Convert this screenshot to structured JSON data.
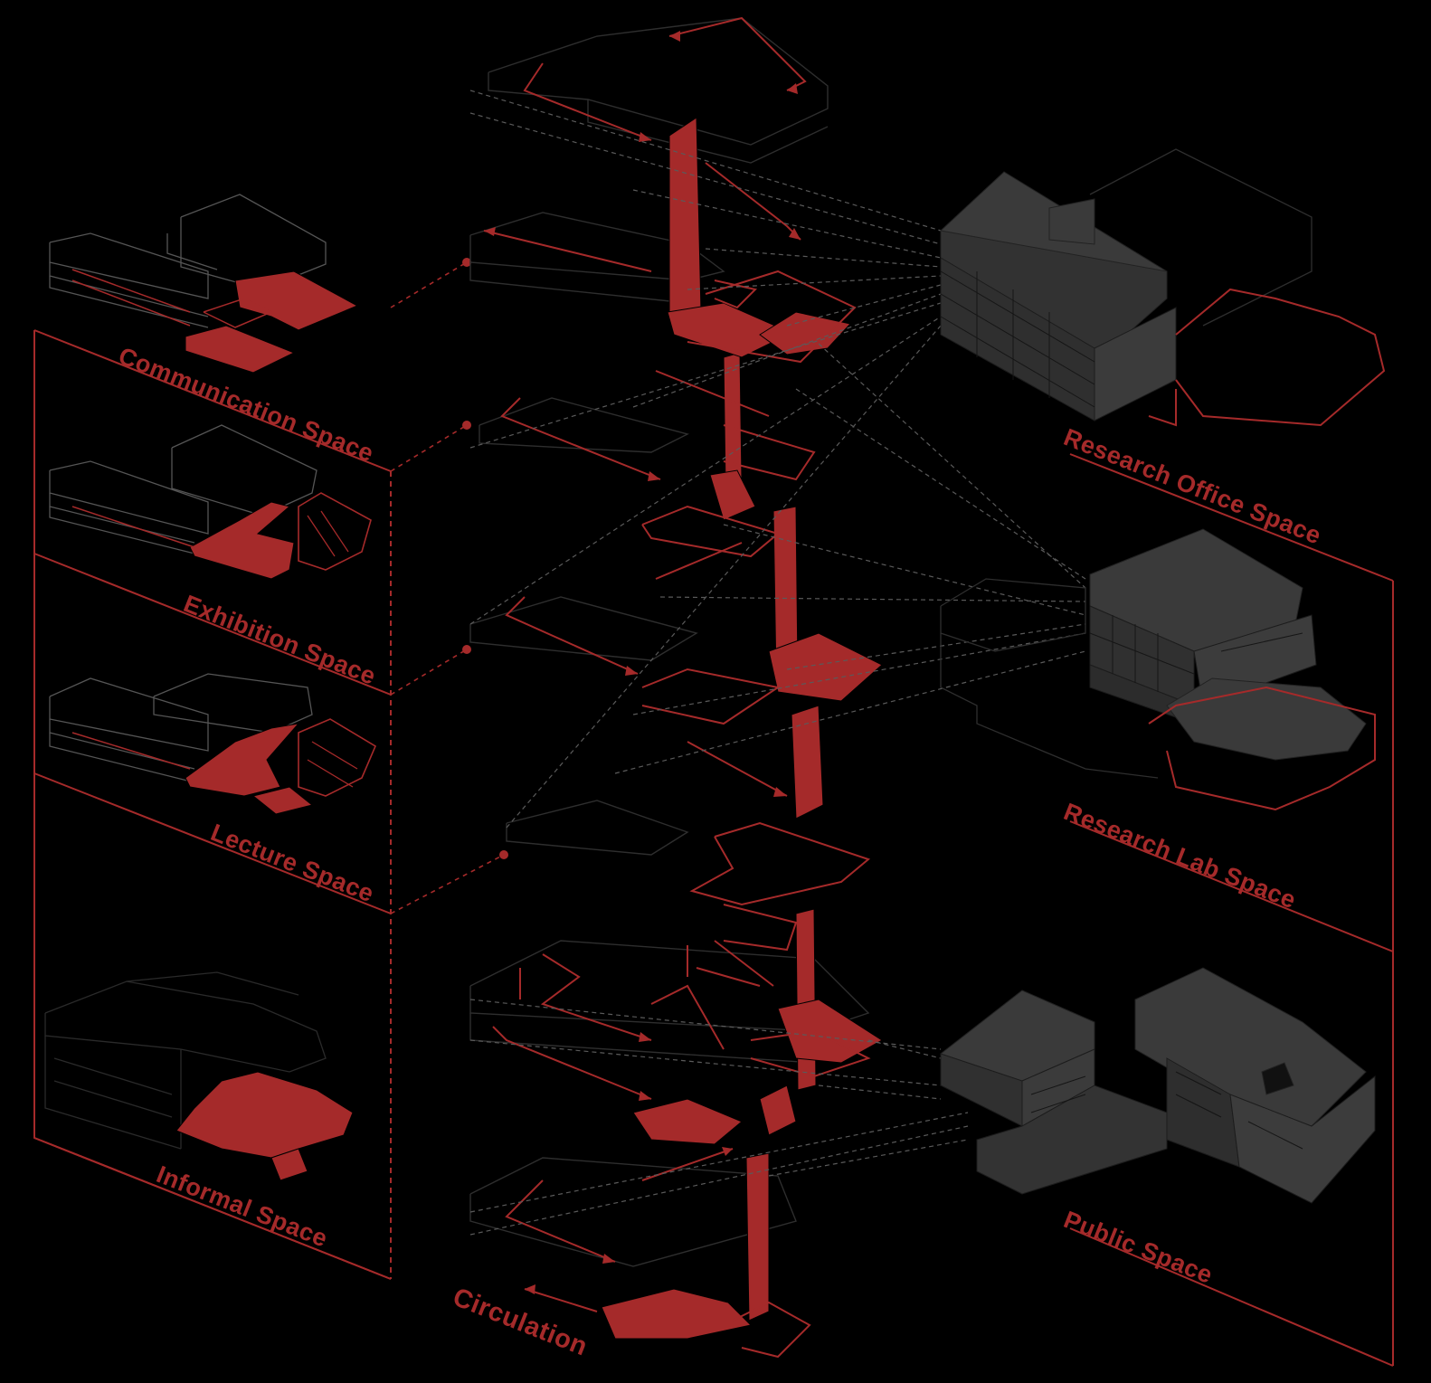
{
  "labels": {
    "communication": "Communication Space",
    "exhibition": "Exhibition Space",
    "lecture": "Lecture Space",
    "informal": "Informal Space",
    "circulation": "Circulation",
    "research_office": "Research Office Space",
    "research_lab": "Research Lab Space",
    "public": "Public Space"
  },
  "colors": {
    "background": "#000000",
    "accent": "#a52a2a",
    "building": "#3a3a3a",
    "line": "#555555"
  }
}
